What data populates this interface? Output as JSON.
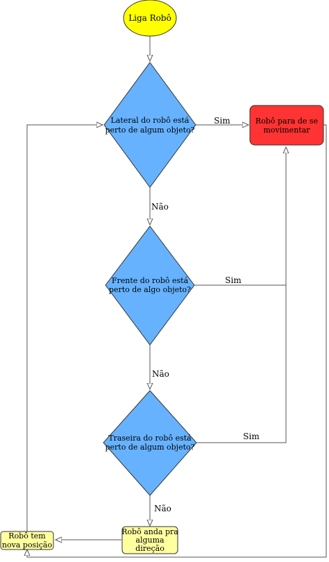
{
  "diagram": {
    "nodes": {
      "start": {
        "lines": [
          "Liga Robô"
        ],
        "shape": "ellipse",
        "fill": "#ffff00"
      },
      "decision_side": {
        "lines": [
          "Lateral do robô está",
          "perto de algum objeto?"
        ],
        "shape": "diamond",
        "fill": "#66b2ff"
      },
      "decision_front": {
        "lines": [
          "Frente do robô está",
          "perto de algo objeto?"
        ],
        "shape": "diamond",
        "fill": "#66b2ff"
      },
      "decision_back": {
        "lines": [
          "Traseira do robô está",
          "perto de algum objeto?"
        ],
        "shape": "diamond",
        "fill": "#66b2ff"
      },
      "stop": {
        "lines": [
          "Robô para de se",
          "movimentar"
        ],
        "shape": "rounded-rect",
        "fill": "#ff3333"
      },
      "move": {
        "lines": [
          "Robô anda pra",
          "alguma",
          "direção"
        ],
        "shape": "rounded-rect",
        "fill": "#ffffa0"
      },
      "new_position": {
        "lines": [
          "Robô tem",
          "nova posição"
        ],
        "shape": "rounded-rect",
        "fill": "#ffffa0"
      }
    },
    "edge_labels": {
      "side_yes": "Sim",
      "side_no": "Não",
      "front_yes": "Sim",
      "front_no": "Não",
      "back_yes": "Sim",
      "back_no": "Não"
    },
    "colors": {
      "line": "#555555",
      "stroke": "#333333"
    }
  }
}
